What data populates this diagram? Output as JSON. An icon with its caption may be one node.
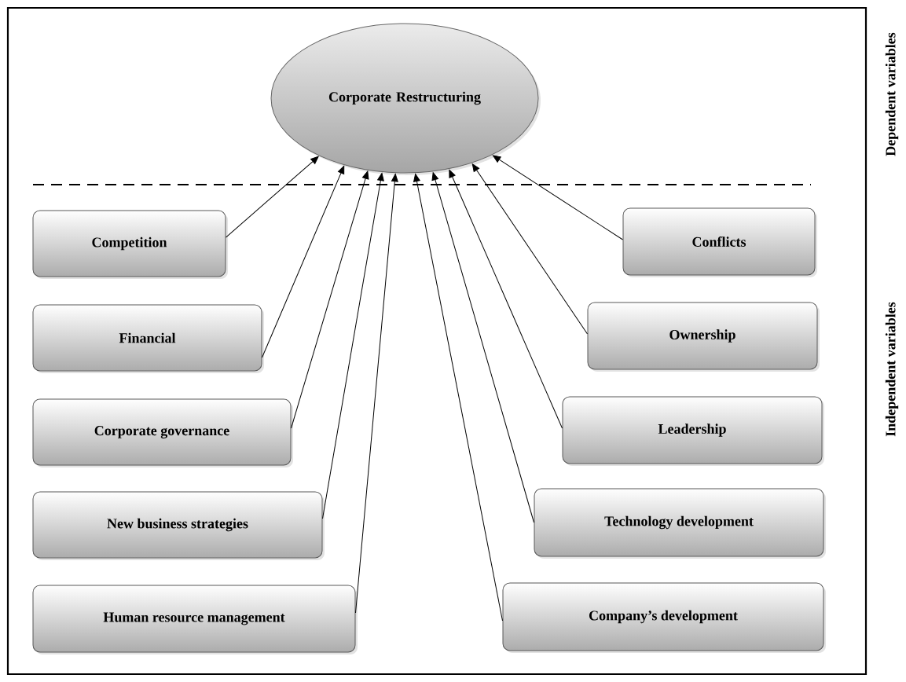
{
  "diagram": {
    "nodes": [
      {
        "text": [
          "Corporate Restructuring"
        ]
      },
      {
        "text": [
          "Competition"
        ]
      },
      {
        "text": [
          "Financial"
        ]
      },
      {
        "text": [
          "Corporate governance"
        ]
      },
      {
        "text": [
          "New business strategies"
        ]
      },
      {
        "text": [
          "Human resource management"
        ]
      },
      {
        "text": [
          "Conflicts"
        ]
      },
      {
        "text": [
          "Ownership"
        ]
      },
      {
        "text": [
          "Leadership"
        ]
      },
      {
        "text": [
          "Technology development"
        ]
      },
      {
        "text": [
          "Company’s development"
        ]
      }
    ],
    "edges": [
      {
        "from": 1,
        "to": 0,
        "arrow": "to"
      },
      {
        "from": 2,
        "to": 0,
        "arrow": "to"
      },
      {
        "from": 3,
        "to": 0,
        "arrow": "to"
      },
      {
        "from": 4,
        "to": 0,
        "arrow": "to"
      },
      {
        "from": 5,
        "to": 0,
        "arrow": "to"
      },
      {
        "from": 6,
        "to": 0,
        "arrow": "to"
      },
      {
        "from": 7,
        "to": 0,
        "arrow": "to"
      },
      {
        "from": 8,
        "to": 0,
        "arrow": "to"
      },
      {
        "from": 9,
        "to": 0,
        "arrow": "to"
      },
      {
        "from": 10,
        "to": 0,
        "arrow": "to"
      }
    ],
    "labels": [
      "Dependent variables",
      "Independent variables"
    ]
  }
}
